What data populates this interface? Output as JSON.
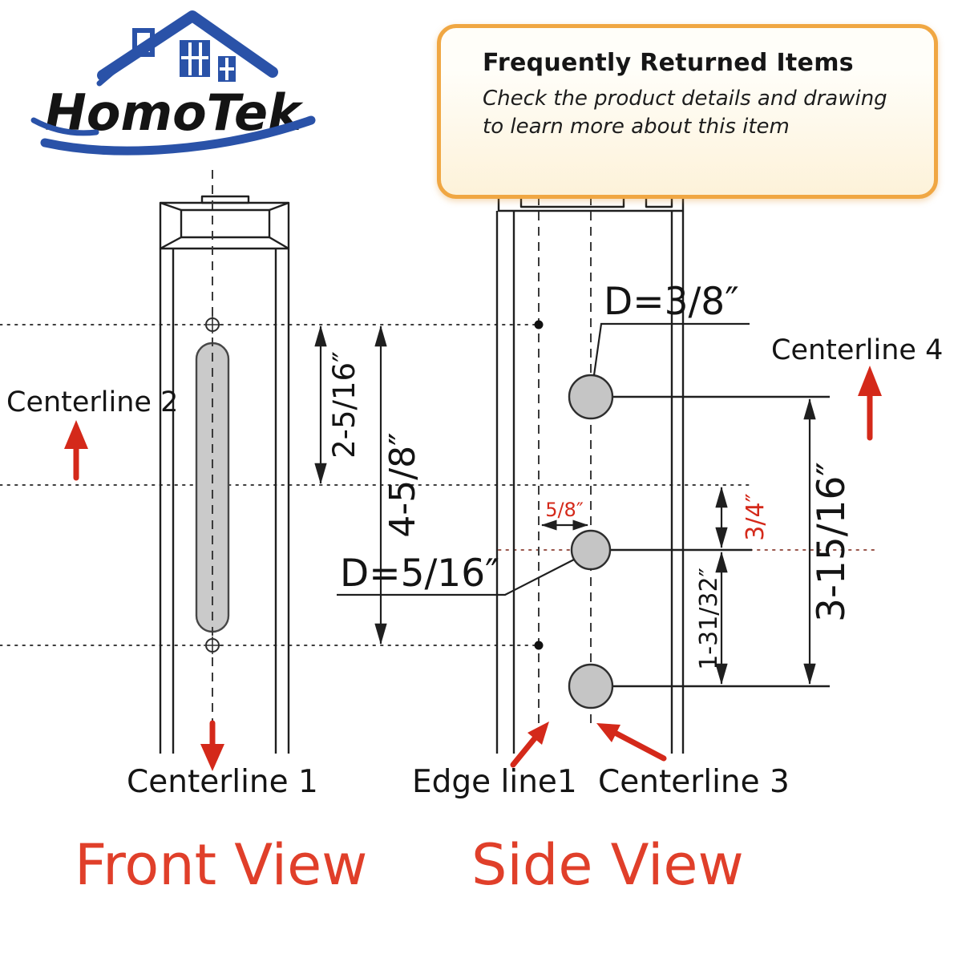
{
  "logo": {
    "brand": "HomoTek"
  },
  "callout": {
    "title": "Frequently Returned Items",
    "body_line1": "Check the product details and drawing",
    "body_line2": "to learn more about this item"
  },
  "labels": {
    "centerline_1": "Centerline 1",
    "centerline_2": "Centerline 2",
    "centerline_3": "Centerline 3",
    "centerline_4": "Centerline 4",
    "edge_line_1": "Edge line1",
    "front_view": "Front View",
    "side_view": "Side View"
  },
  "dimensions": {
    "half_spacing": "2-5/16″",
    "full_spacing": "4-5/8″",
    "top_hole_diameter": "D=3/8″",
    "middle_hole_diameter": "D=5/16″",
    "edge_offset": "5/8″",
    "middle_offset": "3/4″",
    "lower_spacing": "1-31/32″",
    "side_total_spacing": "3-15/16″"
  },
  "colors": {
    "accent_red": "#d4291a",
    "view_label_red": "#e03f2a",
    "logo_blue": "#2a52a8",
    "callout_border": "#f0a743",
    "line_dark": "#1f1f1f",
    "fill_gray": "#c5c5c5"
  }
}
